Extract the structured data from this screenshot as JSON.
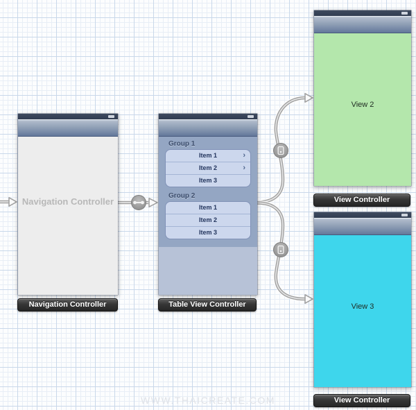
{
  "watermark": "WWW.THAICREATE.COM",
  "icons": {
    "disclosure": "›"
  },
  "colors": {
    "view2_bg": "#b4e7ac",
    "view3_bg": "#3ed6ec",
    "table_bg": "#94a6c3",
    "table_lower_bg": "#b7c2d7",
    "cell_bg": "#ccd7ed",
    "nav_body_bg": "#ededed",
    "grid_major": "#c9d8ea",
    "grid_minor": "#e8eef6"
  },
  "navigation_controller": {
    "placeholder_title": "Navigation Controller",
    "badge": "Navigation Controller"
  },
  "table_view_controller": {
    "badge": "Table View Controller",
    "sections": [
      {
        "header": "Group 1",
        "rows": [
          {
            "label": "Item 1",
            "disclosure": true
          },
          {
            "label": "Item 2",
            "disclosure": true
          },
          {
            "label": "Item 3",
            "disclosure": false
          }
        ]
      },
      {
        "header": "Group 2",
        "rows": [
          {
            "label": "Item 1",
            "disclosure": false
          },
          {
            "label": "Item 2",
            "disclosure": false
          },
          {
            "label": "Item 3",
            "disclosure": false
          }
        ]
      }
    ]
  },
  "view_controller_2": {
    "title": "View 2",
    "badge": "View Controller"
  },
  "view_controller_3": {
    "title": "View 3",
    "badge": "View Controller"
  }
}
